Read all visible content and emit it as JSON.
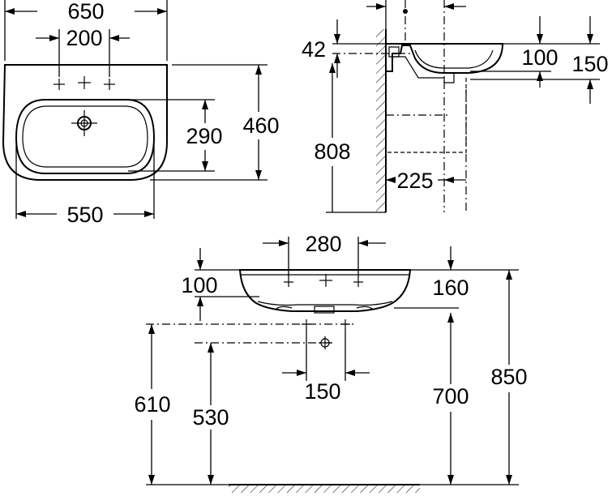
{
  "drawing": {
    "top_view": {
      "width_overall": "650",
      "tap_hole_spacing": "200",
      "depth_overall": "460",
      "bowl_depth": "290",
      "bowl_width": "550"
    },
    "side_view": {
      "rim_offset": "42",
      "bowl_depth": "100",
      "overall_height": "150",
      "rim_height": "808",
      "waste_offset": "225"
    },
    "front_view": {
      "tap_hole_spacing": "280",
      "rim_to_taphole": "100",
      "basin_height": "160",
      "supply_spacing": "150",
      "supply_height_high": "610",
      "supply_height_low": "530",
      "waste_height": "700",
      "rim_height": "850"
    }
  }
}
